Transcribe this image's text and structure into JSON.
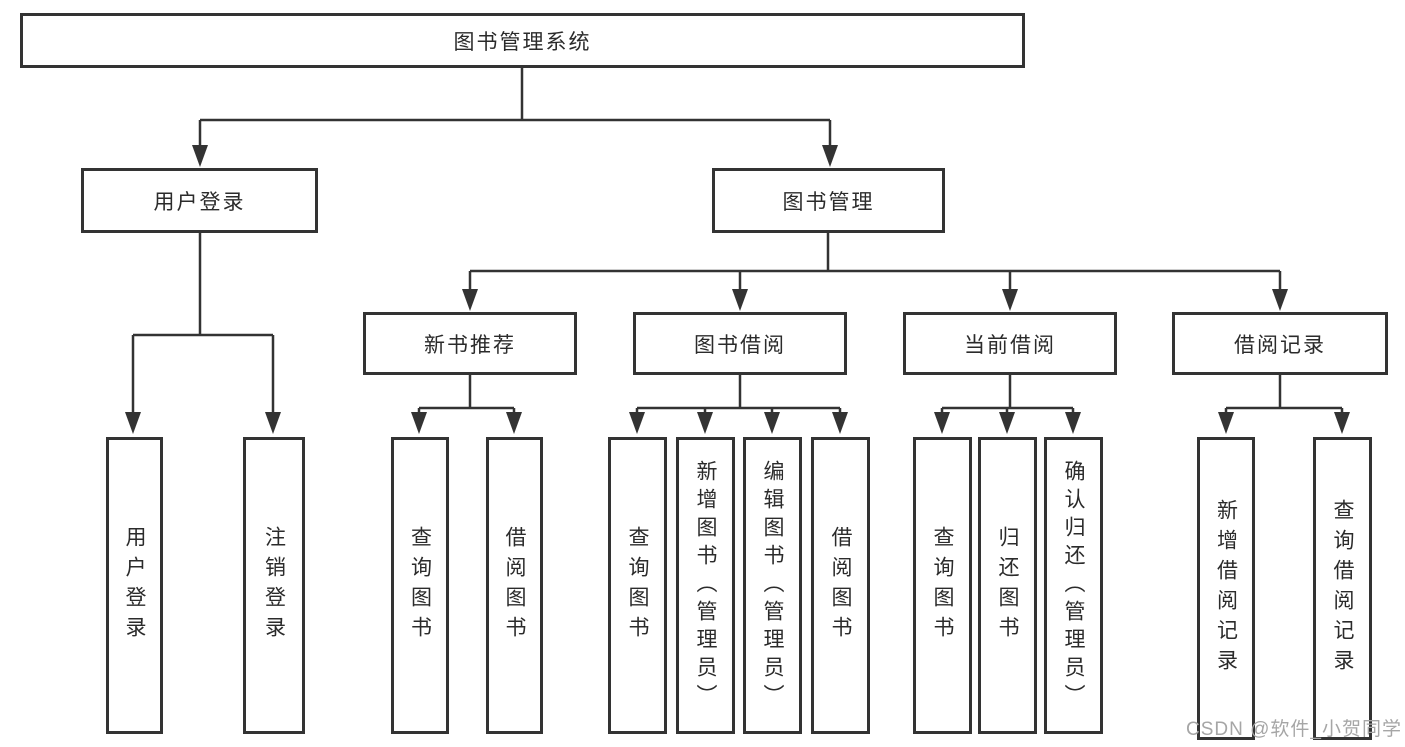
{
  "diagram": {
    "root": {
      "label": "图书管理系统"
    },
    "user_login": {
      "label": "用户登录",
      "children": [
        {
          "label": "用户登录"
        },
        {
          "label": "注销登录"
        }
      ]
    },
    "book_mgmt": {
      "label": "图书管理",
      "groups": [
        {
          "label": "新书推荐",
          "children": [
            {
              "label": "查询图书"
            },
            {
              "label": "借阅图书"
            }
          ]
        },
        {
          "label": "图书借阅",
          "children": [
            {
              "label": "查询图书"
            },
            {
              "label": "新增图书（管理员）"
            },
            {
              "label": "编辑图书（管理员）"
            },
            {
              "label": "借阅图书"
            }
          ]
        },
        {
          "label": "当前借阅",
          "children": [
            {
              "label": "查询图书"
            },
            {
              "label": "归还图书"
            },
            {
              "label": "确认归还（管理员）"
            }
          ]
        },
        {
          "label": "借阅记录",
          "children": [
            {
              "label": "新增借阅记录"
            },
            {
              "label": "查询借阅记录"
            }
          ]
        }
      ]
    },
    "watermark": "CSDN @软件_小贺同学",
    "colors": {
      "line": "#333333",
      "text": "#2b2b2b",
      "background": "#ffffff",
      "watermark": "#a6a6a6"
    }
  }
}
